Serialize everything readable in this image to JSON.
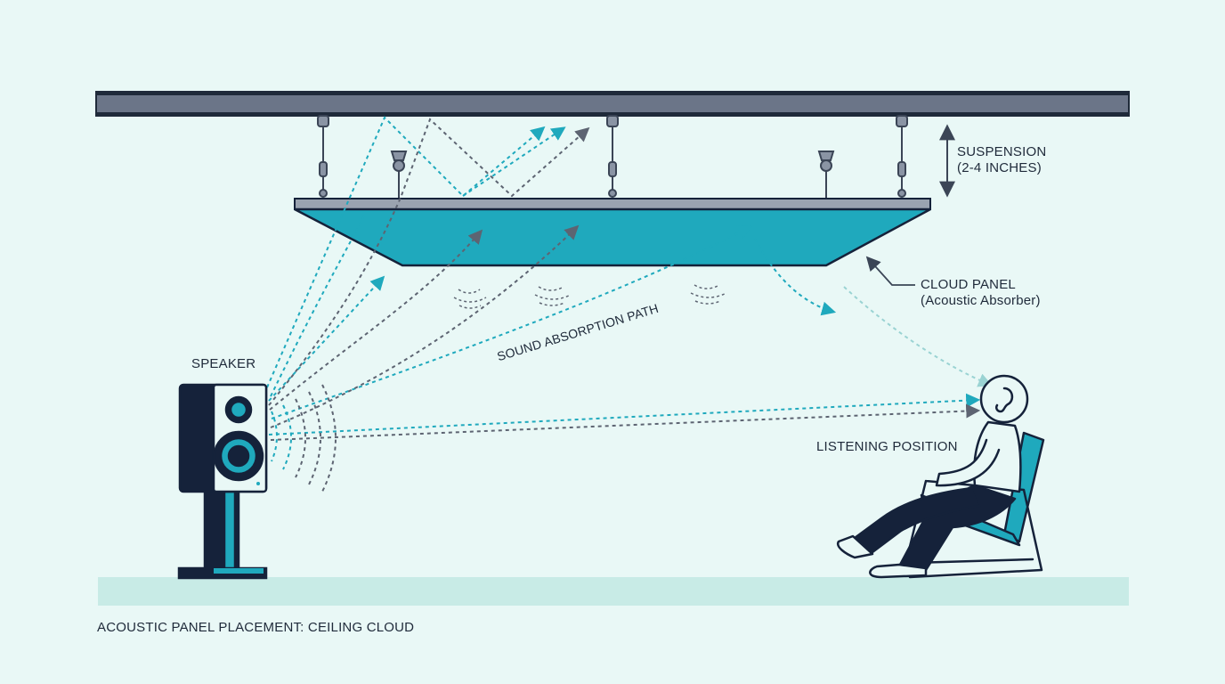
{
  "labels": {
    "suspension_line1": "SUSPENSION",
    "suspension_line2": "(2-4 INCHES)",
    "cloud_panel_line1": "CLOUD PANEL",
    "cloud_panel_line2": "(Acoustic Absorber)",
    "speaker": "SPEAKER",
    "sound_path": "SOUND ABSORPTION PATH",
    "listening_position": "LISTENING POSITION",
    "caption": "ACOUSTIC PANEL PLACEMENT: CEILING CLOUD"
  },
  "colors": {
    "background": "#e9f8f6",
    "ceiling": "#6b7588",
    "ceiling_edge": "#1f2a3a",
    "panel_fill": "#1fa9bd",
    "panel_frame": "#9aa3b0",
    "outline": "#15223a",
    "teal_path": "#1fa9bd",
    "gray_path": "#5d6472",
    "floor": "#c8ebe6"
  },
  "icons": {
    "speaker": "speaker-icon",
    "listener": "seated-listener-icon",
    "ear": "ear-icon",
    "suspension": "suspension-hanger-icon"
  }
}
